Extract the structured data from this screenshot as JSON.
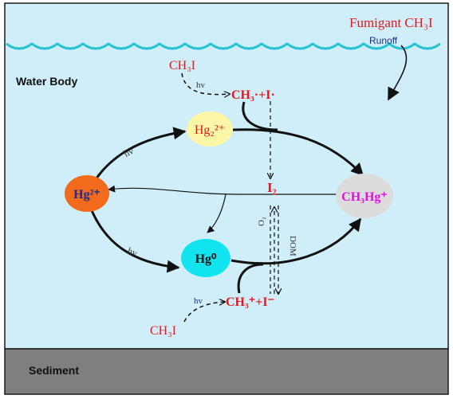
{
  "labels": {
    "fumigant": "Fumigant CH₃I",
    "runoff": "Runoff",
    "water_body": "Water Body",
    "sediment": "Sediment",
    "ch3i_top": "CH₃I",
    "ch3i_bottom": "CH₃I",
    "hv_top": "hv",
    "hv_upper_left": "hv",
    "hv_lower_left": "hv",
    "hv_bottom": "hv",
    "radical_top": "CH₃·+I·",
    "ion_bottom": "CH₃⁺+I⁻",
    "hg2": "Hg²⁺",
    "hg22": "Hg₂²⁺",
    "hg0": "Hg⁰",
    "ch3hg": "CH₃Hg⁺",
    "i2": "I₂",
    "o2": "O₂",
    "dom": "DOM"
  },
  "colors": {
    "water": "#cfeef9",
    "wave": "#29c3d2",
    "sediment": "#7f7f7f",
    "red_text": "#e8161a",
    "navy_text": "#1f2a8a",
    "hg2_node": "#f26a1b",
    "hg22_node": "#fbf7a6",
    "hg0_node": "#11e4ee",
    "ch3hg_node": "#dcdcdc",
    "ch3hg_text": "#e00fe0"
  }
}
